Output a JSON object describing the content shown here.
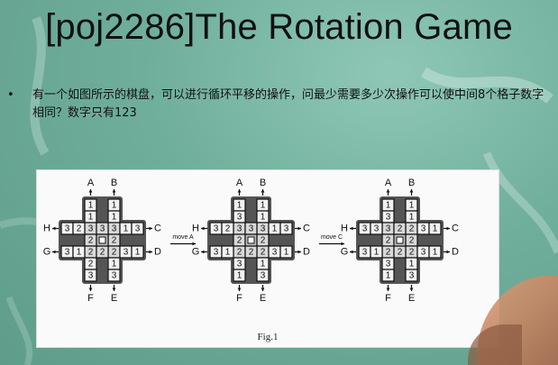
{
  "slide": {
    "title": "[poj2286]The Rotation Game",
    "bullet": "有一个如图所示的棋盘，可以进行循环平移的操作，问最少需要多少次操作可以使中间8个格子数字相同？数字只有123"
  },
  "figure": {
    "caption": "Fig.1",
    "move_labels": [
      "move A",
      "move C"
    ],
    "boards": [
      {
        "col_a": [
          "1",
          "1",
          "3",
          "2",
          "2",
          "2",
          "3"
        ],
        "col_b": [
          "1",
          "1",
          "3",
          "2",
          "2",
          "1",
          "3"
        ],
        "row_h": [
          "3",
          "2",
          "3",
          "3",
          "1",
          "1",
          "3"
        ],
        "row_g": [
          "3",
          "1",
          "2",
          "2",
          "2",
          "3",
          "1"
        ]
      },
      {
        "col_a": [
          "1",
          "3",
          "3",
          "2",
          "2",
          "3",
          "1"
        ],
        "col_b": [
          "1",
          "1",
          "3",
          "2",
          "2",
          "1",
          "3"
        ],
        "row_h": [
          "3",
          "2",
          "3",
          "3",
          "1",
          "1",
          "3"
        ],
        "row_g": [
          "3",
          "1",
          "2",
          "2",
          "2",
          "3",
          "1"
        ]
      },
      {
        "col_a": [
          "1",
          "3",
          "3",
          "2",
          "2",
          "3",
          "1"
        ],
        "col_b": [
          "1",
          "1",
          "2",
          "2",
          "2",
          "1",
          "3"
        ],
        "row_h": [
          "3",
          "3",
          "2",
          "2",
          "2",
          "3",
          "1"
        ],
        "row_g": [
          "3",
          "1",
          "2",
          "2",
          "2",
          "3",
          "1"
        ]
      }
    ],
    "letters": {
      "top_left": "A",
      "top_right": "B",
      "right_top": "C",
      "right_bottom": "D",
      "bottom_right": "E",
      "bottom_left": "F",
      "left_bottom": "G",
      "left_top": "H"
    }
  }
}
